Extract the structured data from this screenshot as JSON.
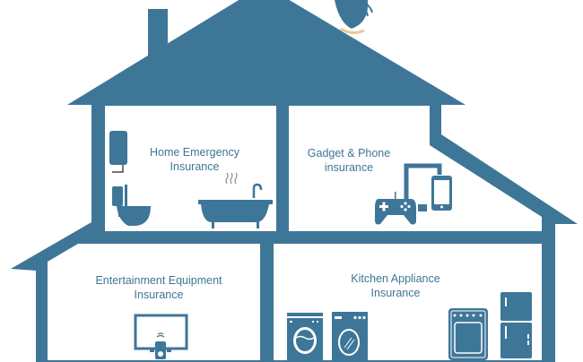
{
  "colors": {
    "house": "#3e7698",
    "background": "#ffffff"
  },
  "rooms": [
    {
      "id": "home-emergency",
      "line1": "Home Emergency",
      "line2": "Insurance",
      "icons": [
        "water-heater-icon",
        "toilet-icon",
        "bathtub-icon"
      ]
    },
    {
      "id": "gadget-phone",
      "line1": "Gadget & Phone",
      "line2": "insurance",
      "icons": [
        "monitor-icon",
        "smartphone-icon",
        "game-controller-icon"
      ]
    },
    {
      "id": "entertainment",
      "line1": "Entertainment Equipment",
      "line2": "Insurance",
      "icons": [
        "tv-icon",
        "remote-control-icon"
      ]
    },
    {
      "id": "kitchen",
      "line1": "Kitchen Appliance",
      "line2": "Insurance",
      "icons": [
        "washing-machine-icon",
        "dryer-icon",
        "oven-icon",
        "fridge-icon"
      ]
    }
  ],
  "roof_icons": [
    "satellite-dish-icon",
    "chimney"
  ]
}
